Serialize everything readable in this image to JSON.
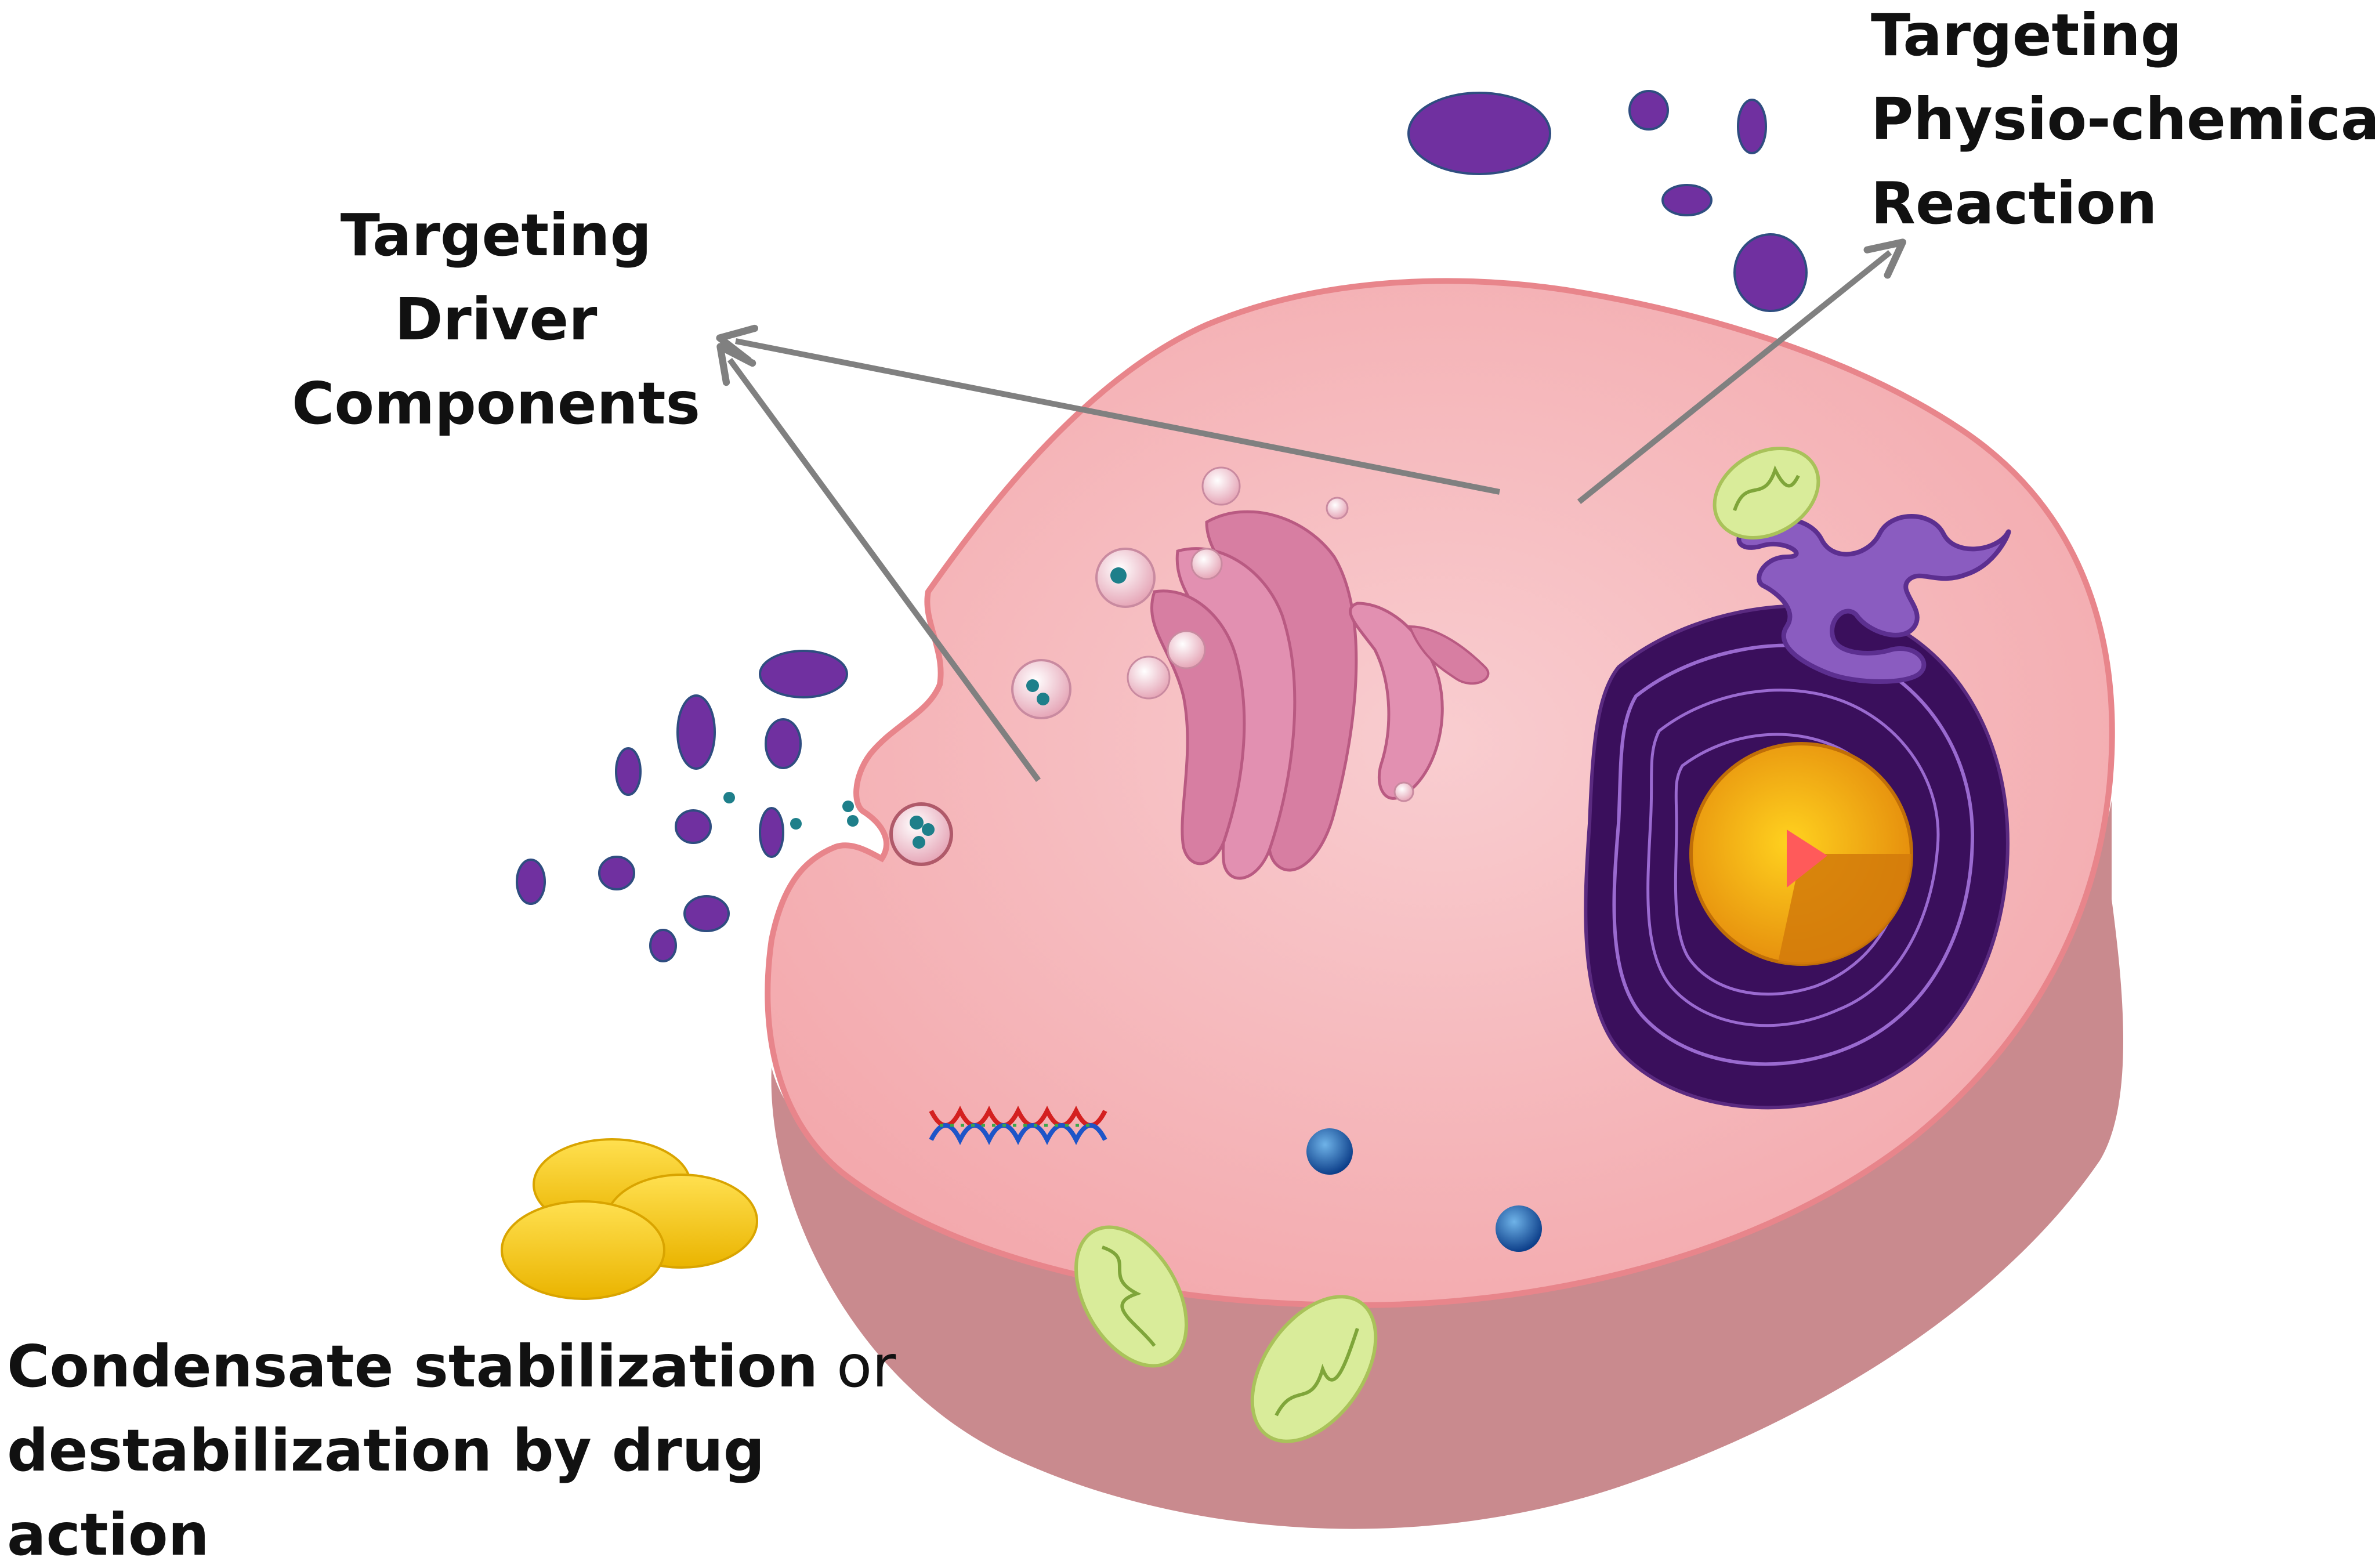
{
  "labels": {
    "driver": [
      "Targeting",
      "Driver",
      "Components"
    ],
    "physio": [
      "Targeting",
      "Physio-chemical",
      "Reaction"
    ],
    "condensate": {
      "line1_bold": "Condensate stabilization",
      "line1_plain": " or",
      "line2": "destabilization by drug",
      "line3": "action"
    }
  },
  "colors": {
    "cell_membrane": "#f0a0a4",
    "cytoplasm": "#f8c4c6",
    "cell_side": "#c98a8e",
    "condensate_purple": "#7030a0",
    "nucleus": "#3a0f5c",
    "nucleolus": "#f2a30f",
    "drug_yellow": "#f6c916",
    "mitochondria": "#d9ec9a",
    "arrow": "#808080"
  }
}
